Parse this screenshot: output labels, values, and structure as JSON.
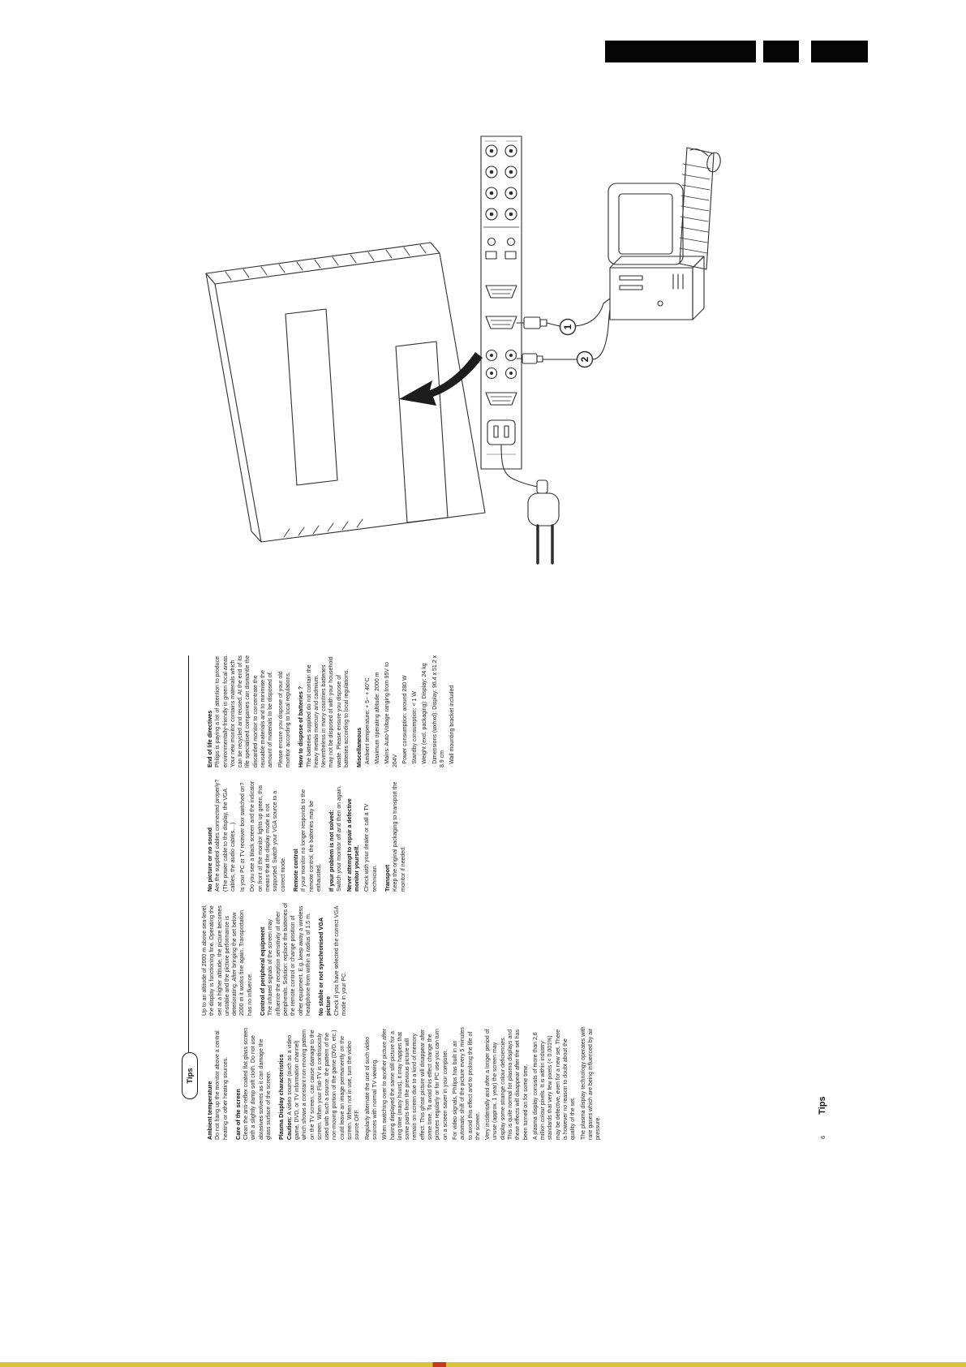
{
  "page": {
    "tips_label": "Tips",
    "page_number": "6",
    "footer_section": "Tips"
  },
  "illustration": {
    "callout_1": "1",
    "callout_2": "2"
  },
  "columns": [
    {
      "sections": [
        {
          "heading": "Ambient temperature",
          "paras": [
            "Do not hang up the monitor above a central heating or other heating sources."
          ]
        },
        {
          "heading": "Care of the screen",
          "paras": [
            "Clean the anti-reflex coated flat glass screen with a slightly damp soft cloth. Do not use abrasives solvents as it can damage the glass surface of the screen."
          ]
        },
        {
          "heading": "Plasma Display characteristics",
          "paras": [
            {
              "b": "Caution: ",
              "t": "A video source (such as a video game, DVD, or TV information channel) which shows a constant non-moving pattern on the TV screen, can cause damage to the screen. When your Flat-TV is continuously used with such a source, the pattern of the non-moving portion of the game (DVD, etc.) could leave an image permanently on the screen. When not in use, turn the video source OFF."
            },
            "Regularly alternate the use of such video sources with normal TV viewing.",
            "When switching over to another picture after having displayed the same still picture for a long time (many hours), it may happen that some parts from the previous picture will remain on screen due to a kind of memory effect. This ghost picture will disappear after some time. To avoid this effect change the pictures regularly or for PC use you can turn on a screen saver in your computer.",
            "For video signals, Philips has built in an automatic shift of the picture every 5 minutes to avoid this effect and to prolong the life of the screen.",
            "Very incidentally and after a longer period of unuse (approx. 1 year) the screen may display some strange colour deficiencies. This is quite normal for plasma displays and these effects will disappear after the set has been turned on for some time.",
            "A plasma display consists of more than 2,6 million colour pixels. It is within industry standards that very few pixels (< 0.001%) may be defective, even for a new set. There is however no reason to doubt about the quality of the set.",
            "The plasma display technology operates with rare gases which are being influenced by air pressure."
          ]
        }
      ]
    },
    {
      "sections": [
        {
          "paras": [
            "Up to an altitude of 2000 m above sea-level, the display is functioning fine. Operating the set at a higher altitude, the picture becomes unstable and the picture performance is deteriorating. After bringing the set below 2000 m it works fine again. Transportation has no influence."
          ]
        },
        {
          "heading": "Control of peripheral equipment",
          "paras": [
            "The infrared signals of the screen may influence the reception sensitivity of other peripherals. Solution: replace the batteries of the remote control or change position of other equipment. E.g. keep away a wireless headphone from within a radius of 1.5 m."
          ]
        },
        {
          "heading": "No stable or not synchronised VGA picture",
          "paras": [
            "Check if you have selected the correct VGA mode in your PC."
          ]
        }
      ]
    },
    {
      "sections": [
        {
          "heading": "No picture or no sound",
          "paras": [
            "Are the supplied cables connected properly? (The power cable to the display, the VGA cables, the audio cables,...)",
            "Is your PC or TV receiver box switched on?",
            "Do you see a black screen and the indicator on front of the monitor lights up green, this means that the display mode is not supported. Switch your VGA source to a correct mode."
          ]
        },
        {
          "heading": "Remote control",
          "paras": [
            "If your monitor no longer responds to the remote control, the batteries may be exhausted."
          ]
        },
        {
          "heading": "If your problem is not solved:",
          "paras": [
            "Switch your monitor off and then on again.",
            {
              "b": "Never attempt to repair a defective monitor yourself.",
              "t": ""
            },
            "Check with your dealer or call a TV technician."
          ]
        },
        {
          "heading": "Transport",
          "paras": [
            "Keep the original packaging to transport the monitor if needed."
          ]
        }
      ]
    },
    {
      "sections": [
        {
          "heading": "End of life directives",
          "paras": [
            "Philips is paying a lot of attention to produce environmentally-friendly in green focal areas. Your new monitor contains materials which can be recycled and reused. At the end of its life specialised companies can dismantle the discarded monitor to concentrate the reusable materials and to minimise the amount of materials to be disposed of.",
            "Please ensure you dispose of your old monitor according to local regulations."
          ]
        },
        {
          "heading": "How to dispose of batteries ?",
          "paras": [
            "The batteries supplied do not contain the heavy metals mercury and cadmium. Nevertheless in many countries batteries may not be disposed of with your household waste. Please ensure you dispose of batteries according to local regulations."
          ]
        },
        {
          "heading": "Miscellaneous",
          "paras": [
            "· Ambient temperature: + 5~ + 40°C",
            "· Maximum operating altitude: 2000 m",
            "· Mains: Auto-Voltage ranging from 95V to 264V",
            "· Power consumption: around 280 W",
            "· Standby consumption: < 1 W",
            "· Weight (excl. packaging): Display: 24 kg",
            "· Dimensions (wxhxd): Display: 96.4 x 51.2 x 8.9 cm",
            "· Wall mounting bracket included"
          ]
        }
      ]
    }
  ]
}
